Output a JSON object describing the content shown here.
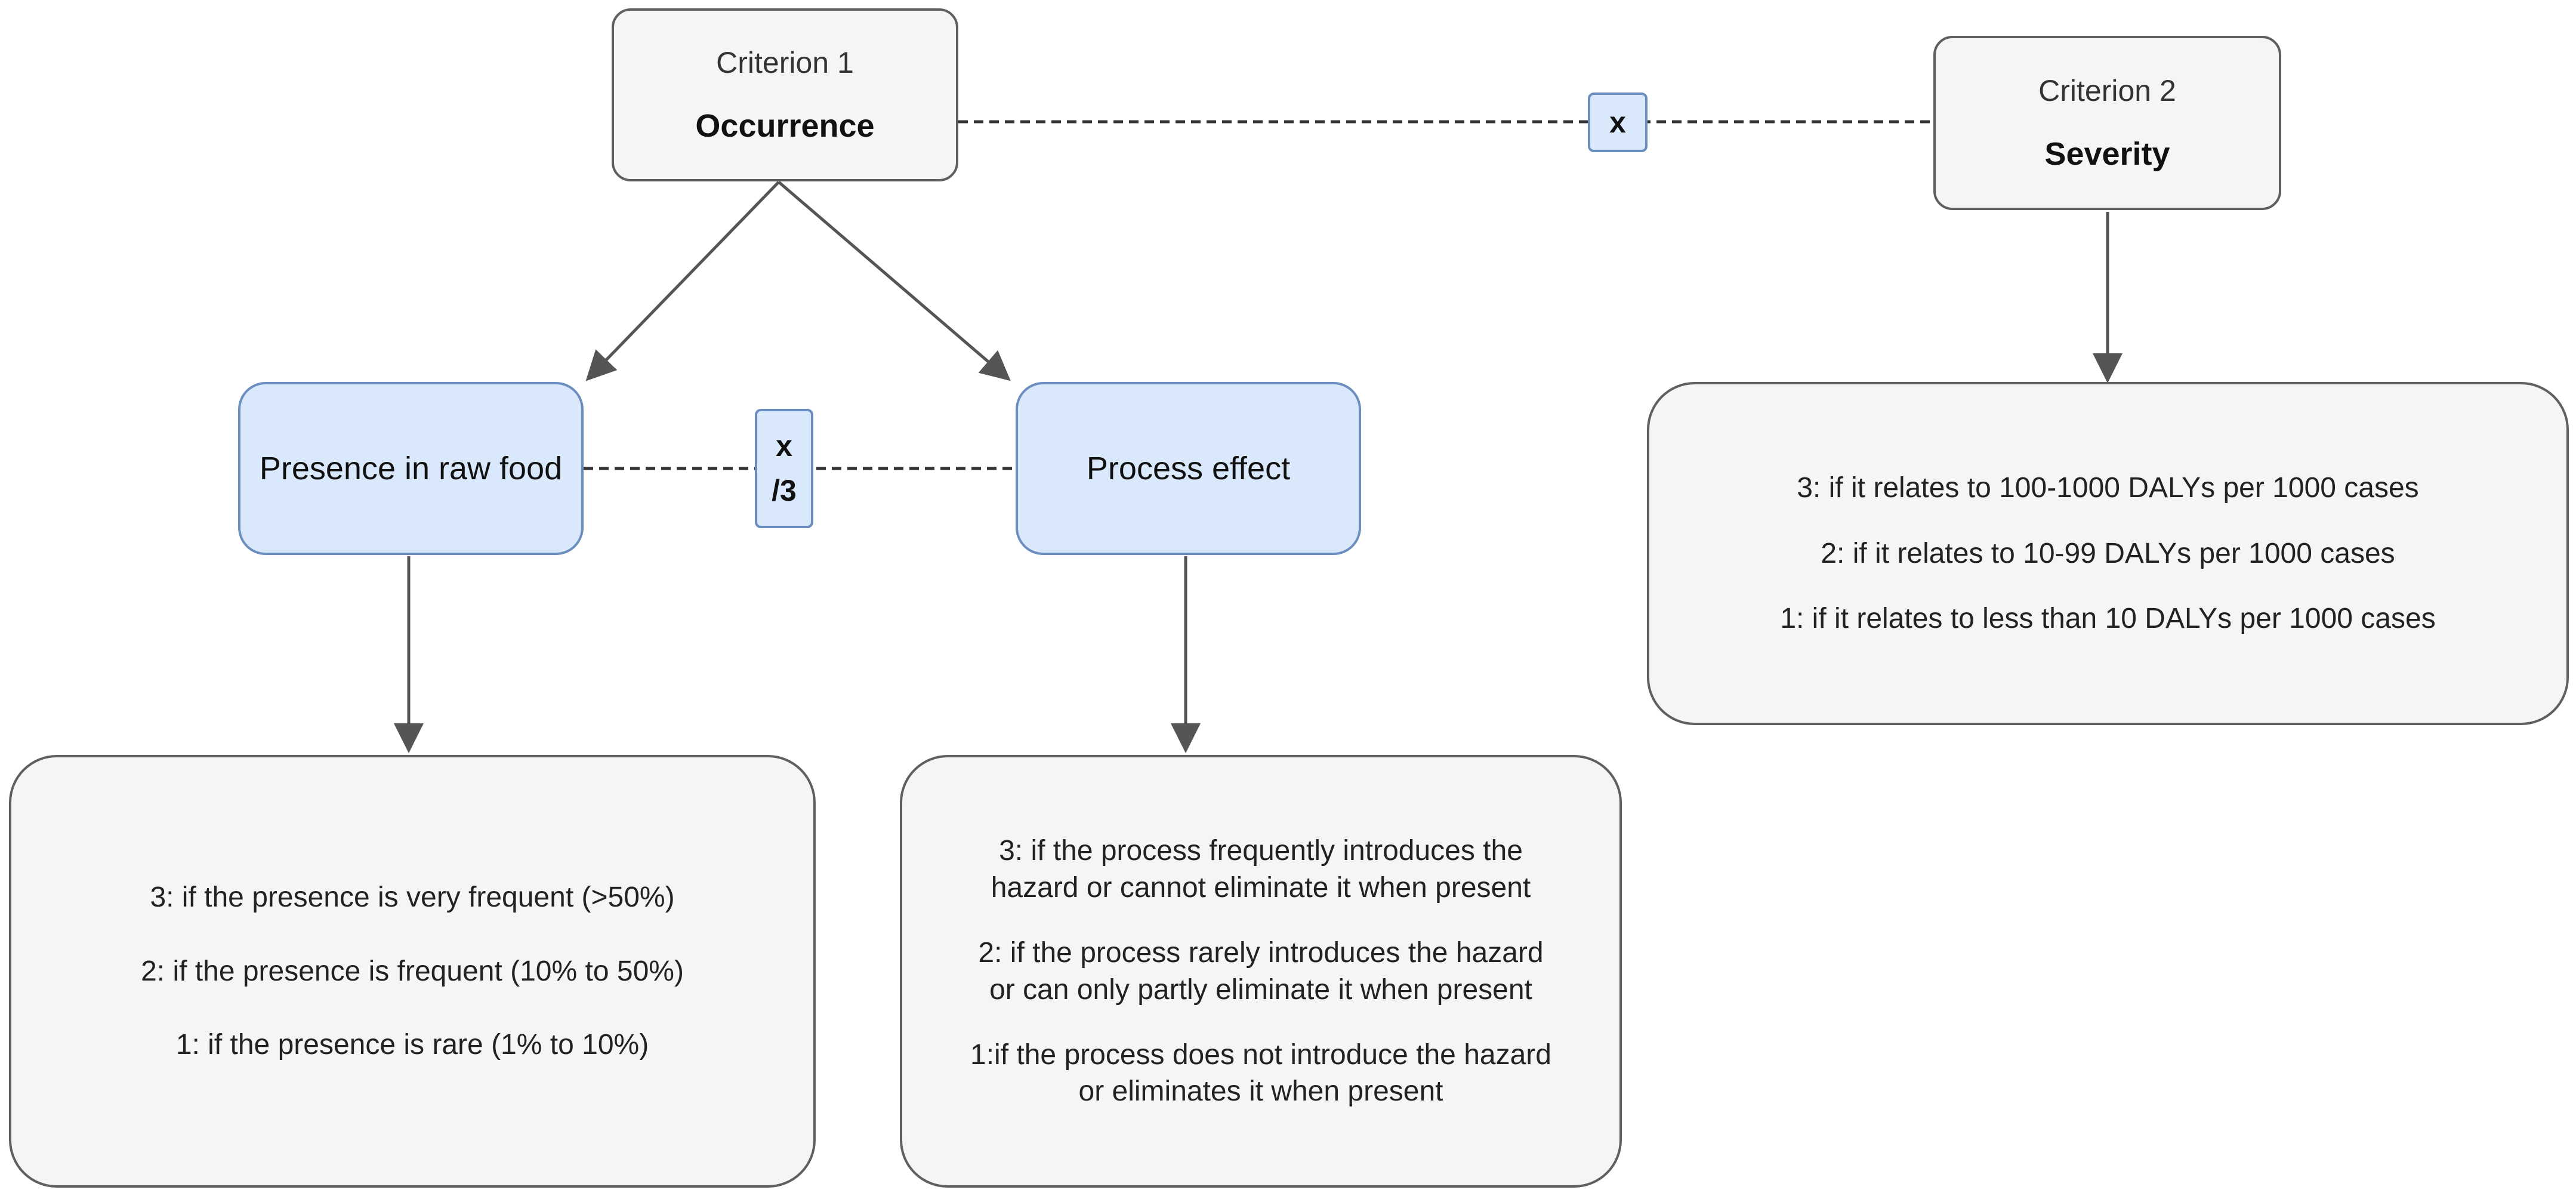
{
  "criterion1": {
    "title": "Criterion 1",
    "subtitle": "Occurrence"
  },
  "criterion2": {
    "title": "Criterion 2",
    "subtitle": "Severity"
  },
  "operators": {
    "top": "x",
    "middle_line1": "x",
    "middle_line2": "/3"
  },
  "presence": {
    "label": "Presence in raw food",
    "levels": [
      "3: if the presence is very frequent (>50%)",
      "2: if the presence is frequent (10% to 50%)",
      "1: if the presence is rare (1% to 10%)"
    ]
  },
  "process": {
    "label": "Process effect",
    "levels": [
      {
        "line1": "3: if the process frequently introduces the",
        "line2": "hazard or cannot eliminate it when present"
      },
      {
        "line1": "2: if the process rarely introduces the hazard",
        "line2": "or can only partly eliminate it when present"
      },
      {
        "line1": "1:if the process does not introduce the hazard",
        "line2": "or eliminates it when present"
      }
    ]
  },
  "severity": {
    "levels": [
      "3: if it relates to 100-1000 DALYs per 1000 cases",
      "2: if it relates to 10-99 DALYs per 1000 cases",
      "1: if it relates to less than 10 DALYs per 1000 cases"
    ]
  },
  "colors": {
    "gray_fill": "#f5f5f5",
    "gray_stroke": "#5f5f5f",
    "blue_fill": "#dae8fc",
    "blue_stroke": "#6c8ebf",
    "connector": "#555555"
  }
}
